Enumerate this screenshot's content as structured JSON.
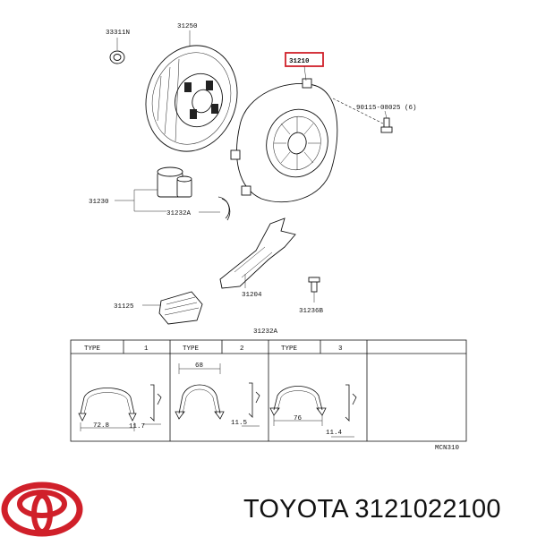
{
  "parts": {
    "seal": "33311N",
    "disc": "31250",
    "cover": "31210",
    "bolt": "90115-08025 (6)",
    "bearing": "31230",
    "clip": "31232A",
    "fork": "31204",
    "boot": "31125",
    "pivot": "31236B"
  },
  "table": {
    "title": "31232A",
    "type_label": "TYPE",
    "types": [
      "1",
      "2",
      "3"
    ],
    "dims": {
      "t1_width": "72.8",
      "t1_height": "11.7",
      "t2_top": "68",
      "t2_height": "11.5",
      "t3_width": "76",
      "t3_height": "11.4"
    }
  },
  "catalog_code": "MCN310",
  "brand": {
    "name": "TOYOTA",
    "part_number": "3121022100",
    "full": "TOYOTA 3121022100",
    "logo_color": "#d0202a"
  }
}
